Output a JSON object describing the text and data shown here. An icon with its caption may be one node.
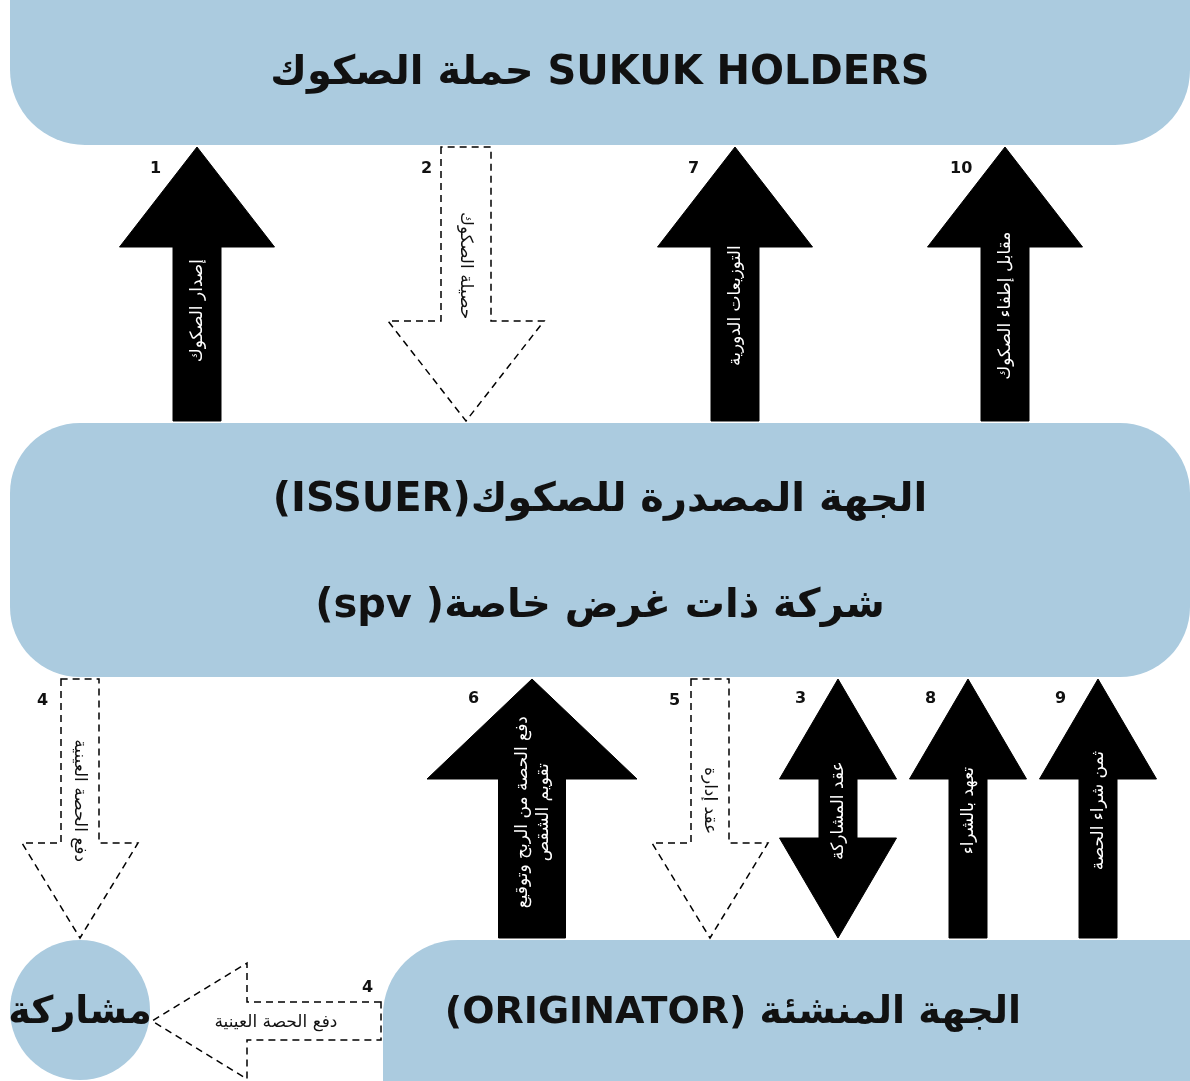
{
  "diagram": {
    "nodes": [
      {
        "text": [
          "SUKUK HOLDERS حملة الصكوك"
        ]
      },
      {
        "text": [
          "الجهة المصدرة للصكوك(ISSUER)",
          "شركة ذات غرض خاصة( spv)"
        ]
      },
      {
        "text": [
          "مشاركة"
        ]
      },
      {
        "text": [
          "الجهة المنشئة (ORIGINATOR)"
        ]
      }
    ],
    "edges": [
      {
        "from": 1,
        "to": 0,
        "arrow": "to",
        "label": "إصدار الصكوك"
      },
      {
        "from": 0,
        "to": 1,
        "arrow": "to",
        "label": "حصيلة الصكوك",
        "style": "dashed"
      },
      {
        "from": 1,
        "to": 0,
        "arrow": "to",
        "label": "التوزيعات الدورية"
      },
      {
        "from": 1,
        "to": 0,
        "arrow": "to",
        "label": "مقابل إطفاء الصكوك"
      },
      {
        "from": 1,
        "to": 2,
        "arrow": "to",
        "label": "دفع الحصة العينية",
        "style": "dashed"
      },
      {
        "from": 3,
        "to": 1,
        "arrow": "to",
        "label": "دفع الحصة من الربح وتوقيع تقويم الشقص"
      },
      {
        "from": 1,
        "to": 3,
        "arrow": "to",
        "label": "عقد إدارة",
        "style": "dashed"
      },
      {
        "from": 1,
        "to": 3,
        "arrow": "both",
        "label": "عقد المشاركة"
      },
      {
        "from": 3,
        "to": 1,
        "arrow": "to",
        "label": "تعهد بالشراء"
      },
      {
        "from": 3,
        "to": 1,
        "arrow": "to",
        "label": "ثمن شراء الحصة"
      },
      {
        "from": 3,
        "to": 2,
        "arrow": "to",
        "label": "دفع الحصة العينية",
        "style": "dashed"
      }
    ],
    "labels": [
      "1",
      "2",
      "7",
      "10",
      "4",
      "6",
      "5",
      "3",
      "8",
      "9",
      "4"
    ]
  }
}
